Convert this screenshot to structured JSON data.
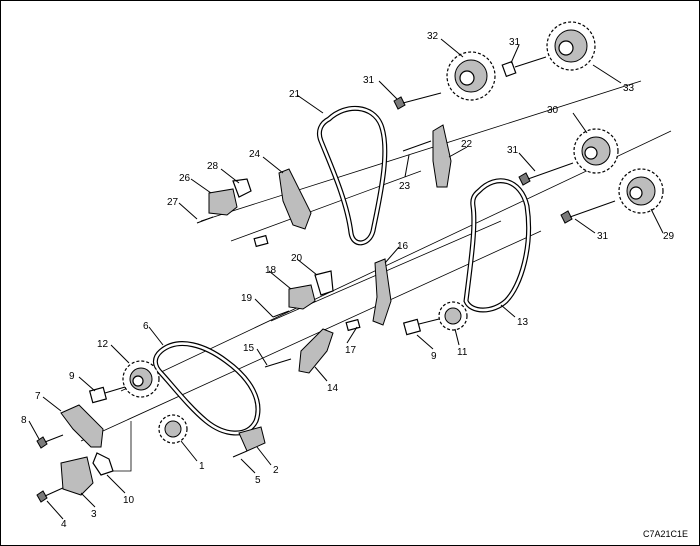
{
  "diagram": {
    "figure_code": "C7A21C1E",
    "callouts": [
      "1",
      "2",
      "3",
      "4",
      "5",
      "6",
      "7",
      "8",
      "9",
      "10",
      "11",
      "12",
      "13",
      "14",
      "15",
      "16",
      "17",
      "18",
      "19",
      "20",
      "21",
      "22",
      "23",
      "24",
      "26",
      "27",
      "28",
      "29",
      "30",
      "31",
      "32",
      "33"
    ]
  }
}
